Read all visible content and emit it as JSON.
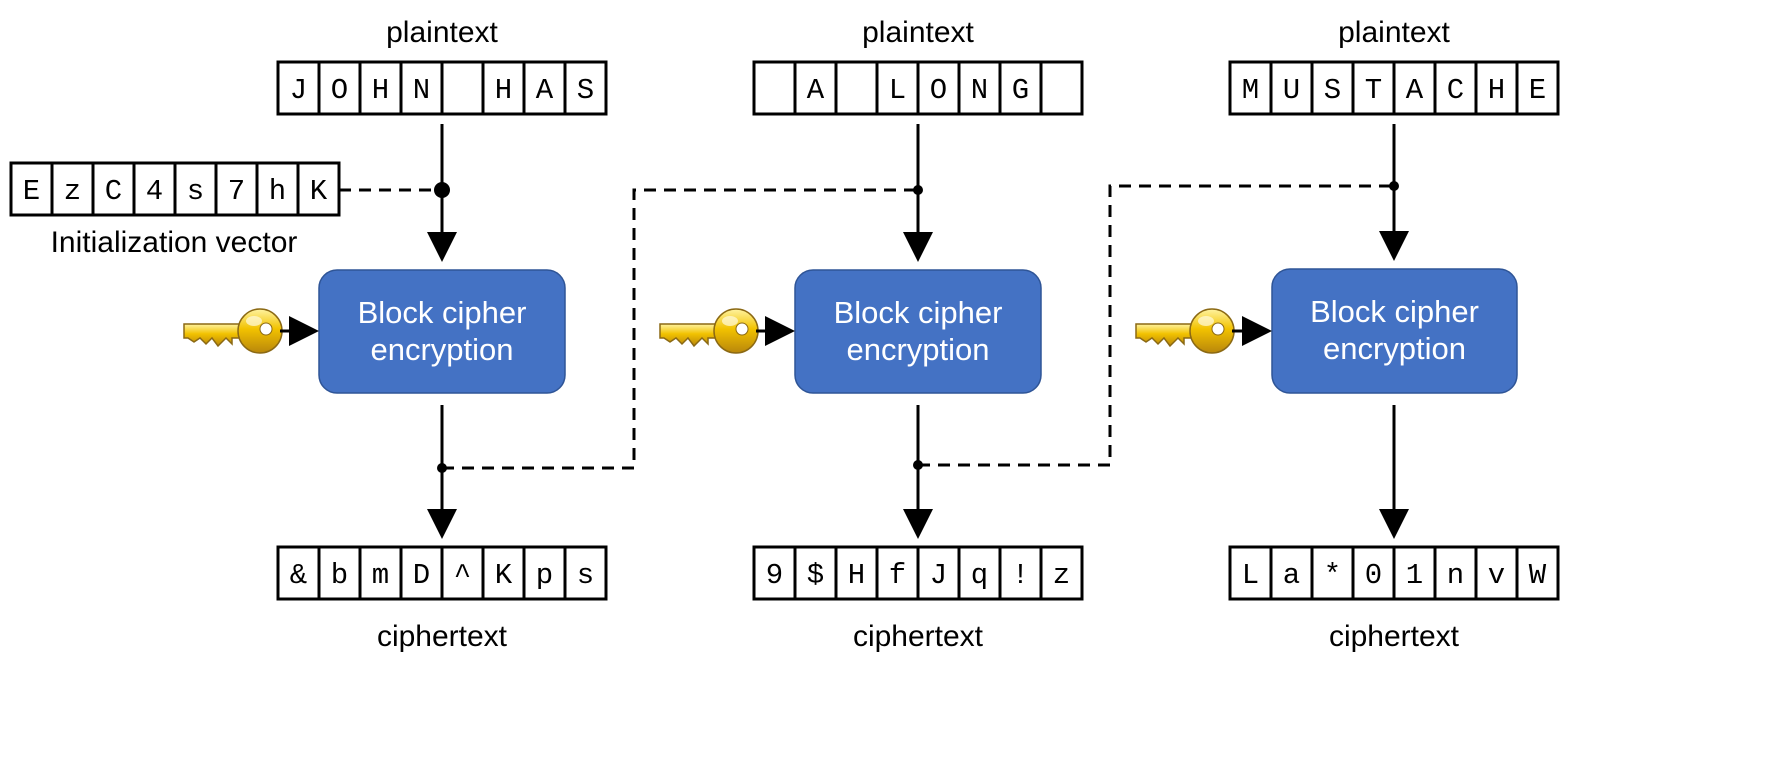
{
  "stages": [
    {
      "plaintext_label": "plaintext",
      "plaintext_cells": [
        "J",
        "O",
        "H",
        "N",
        " ",
        "H",
        "A",
        "S"
      ],
      "cipher_label": [
        "Block cipher",
        "encryption"
      ],
      "ciphertext_label": "ciphertext",
      "ciphertext_cells": [
        "&",
        "b",
        "m",
        "D",
        "^",
        "K",
        "p",
        "s"
      ]
    },
    {
      "plaintext_label": "plaintext",
      "plaintext_cells": [
        " ",
        "A",
        " ",
        "L",
        "O",
        "N",
        "G",
        " "
      ],
      "cipher_label": [
        "Block cipher",
        "encryption"
      ],
      "ciphertext_label": "ciphertext",
      "ciphertext_cells": [
        "9",
        "$",
        "H",
        "f",
        "J",
        "q",
        "!",
        "z"
      ]
    },
    {
      "plaintext_label": "plaintext",
      "plaintext_cells": [
        "M",
        "U",
        "S",
        "T",
        "A",
        "C",
        "H",
        "E"
      ],
      "cipher_label": [
        "Block cipher",
        "encryption"
      ],
      "ciphertext_label": "ciphertext",
      "ciphertext_cells": [
        "L",
        "a",
        "*",
        "0",
        "1",
        "n",
        "v",
        "W"
      ]
    }
  ],
  "iv": {
    "cells": [
      "E",
      "z",
      "C",
      "4",
      "s",
      "7",
      "h",
      "K"
    ],
    "label": "Initialization vector"
  },
  "key_icon": "key-icon",
  "colors": {
    "cipher_box": "#4472C4",
    "cipher_box_border": "#2F5597",
    "key_gold": "#F2C200"
  }
}
